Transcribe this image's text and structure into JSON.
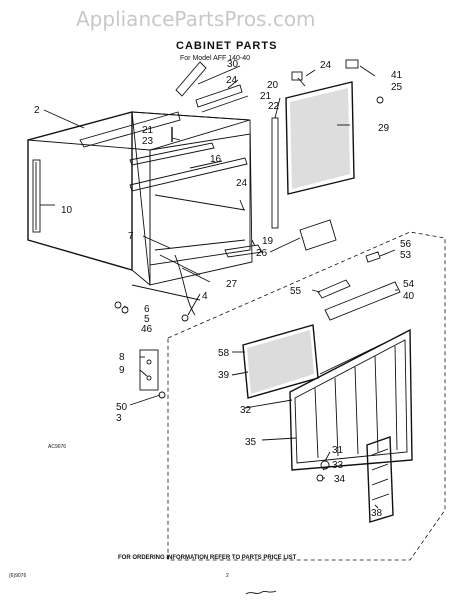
{
  "watermark": "AppliancePartsPros.com",
  "header": {
    "title": "CABINET PARTS",
    "subtitle": "For Model AFF 140-40"
  },
  "callouts": [
    "30",
    "24",
    "20",
    "24",
    "41",
    "25",
    "2",
    "21",
    "22",
    "29",
    "21",
    "23",
    "16",
    "24",
    "10",
    "7",
    "19",
    "26",
    "56",
    "53",
    "27",
    "4",
    "55",
    "54",
    "40",
    "6",
    "5",
    "46",
    "8",
    "9",
    "58",
    "39",
    "50",
    "3",
    "32",
    "35",
    "31",
    "33",
    "34",
    "38"
  ],
  "codes": {
    "figure_code": "AC9076",
    "footer_left": "(6)9076",
    "page_number": "2"
  },
  "footer": {
    "note": "FOR ORDERING INFORMATION REFER TO PARTS PRICE LIST"
  }
}
